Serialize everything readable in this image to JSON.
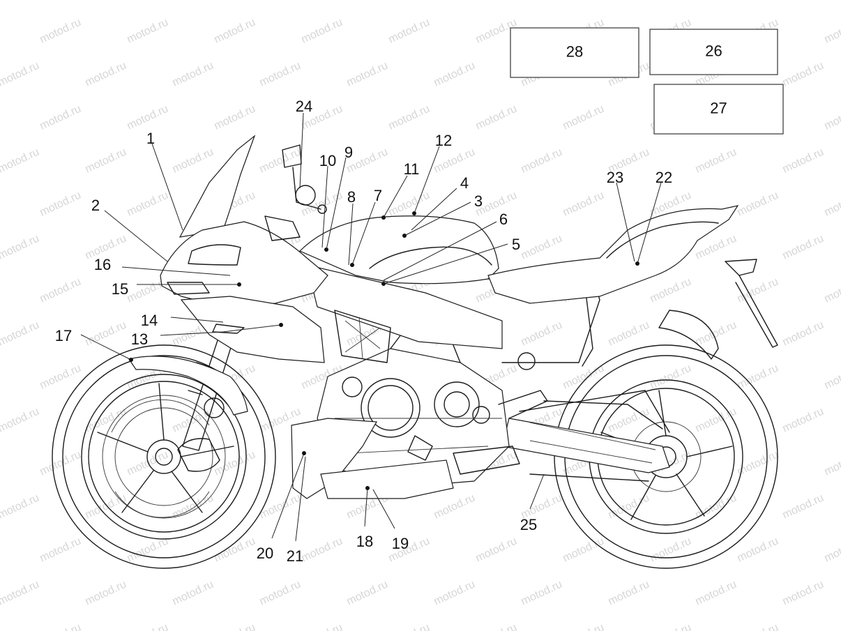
{
  "watermark": "motod.ru",
  "callouts": [
    {
      "label": "1"
    },
    {
      "label": "2"
    },
    {
      "label": "3"
    },
    {
      "label": "4"
    },
    {
      "label": "5"
    },
    {
      "label": "6"
    },
    {
      "label": "7"
    },
    {
      "label": "8"
    },
    {
      "label": "9"
    },
    {
      "label": "10"
    },
    {
      "label": "11"
    },
    {
      "label": "12"
    },
    {
      "label": "13"
    },
    {
      "label": "14"
    },
    {
      "label": "15"
    },
    {
      "label": "16"
    },
    {
      "label": "17"
    },
    {
      "label": "18"
    },
    {
      "label": "19"
    },
    {
      "label": "20"
    },
    {
      "label": "21"
    },
    {
      "label": "22"
    },
    {
      "label": "23"
    },
    {
      "label": "24"
    },
    {
      "label": "25"
    }
  ],
  "reference_boxes": [
    {
      "label": "28"
    },
    {
      "label": "26"
    },
    {
      "label": "27"
    }
  ]
}
